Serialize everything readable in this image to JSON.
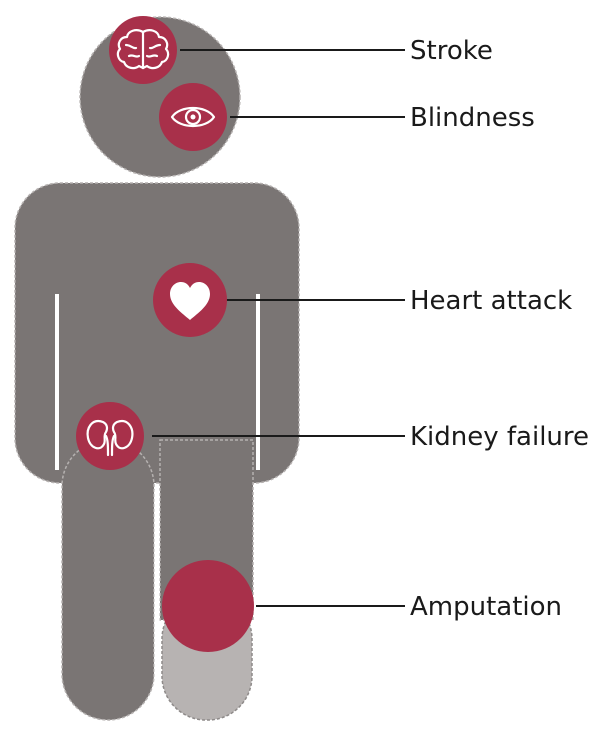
{
  "colors": {
    "body": "#7a7574",
    "amputated_leg": "#b7b3b2",
    "badge": "#a8304a",
    "text": "#1a1a1a"
  },
  "callouts": [
    {
      "label": "Stroke",
      "icon": "brain-icon"
    },
    {
      "label": "Blindness",
      "icon": "eye-icon"
    },
    {
      "label": "Heart attack",
      "icon": "heart-icon"
    },
    {
      "label": "Kidney failure",
      "icon": "kidneys-icon"
    },
    {
      "label": "Amputation",
      "icon": "amputation-marker"
    }
  ]
}
